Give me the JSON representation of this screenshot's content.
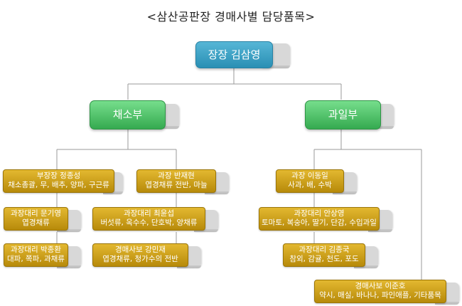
{
  "title": "<삼산공판장 경매사별 담당품목>",
  "head": {
    "name": "장장 김삼영"
  },
  "departments": [
    {
      "name": "채소부"
    },
    {
      "name": "과일부"
    }
  ],
  "vegetable_staff": [
    {
      "name": "부장장 정종성",
      "items": "채소총괄, 무, 배추, 양파, 구근류"
    },
    {
      "name": "과장 반재현",
      "items": "엽경채류 전반, 마늘"
    },
    {
      "name": "과장대리 문기영",
      "items": "엽경채류"
    },
    {
      "name": "과장대리 최윤섭",
      "items": "버섯류, 옥수수, 단호박, 양채류"
    },
    {
      "name": "과장대리 박종환",
      "items": "대파, 쪽파, 과채류"
    },
    {
      "name": "경매사보 강민재",
      "items": "엽경채류, 청가수의 전반"
    }
  ],
  "fruit_staff": [
    {
      "name": "과장 이동일",
      "items": "사과, 배, 수박"
    },
    {
      "name": "과장대리 안상영",
      "items": "토마토, 복숭아, 딸기, 단감, 수입과일"
    },
    {
      "name": "과장대리 김종국",
      "items": "참외, 감귤, 천도, 포도"
    },
    {
      "name": "경매사보 이준호",
      "items": "약시, 매실, 바나나, 파인애플, 기타품목"
    }
  ],
  "colors": {
    "head": "#3a9fc3",
    "department": "#45b95d",
    "staff": "#d1a21d",
    "connector": "#9a9a9a",
    "tab": "#d8d8d8"
  }
}
